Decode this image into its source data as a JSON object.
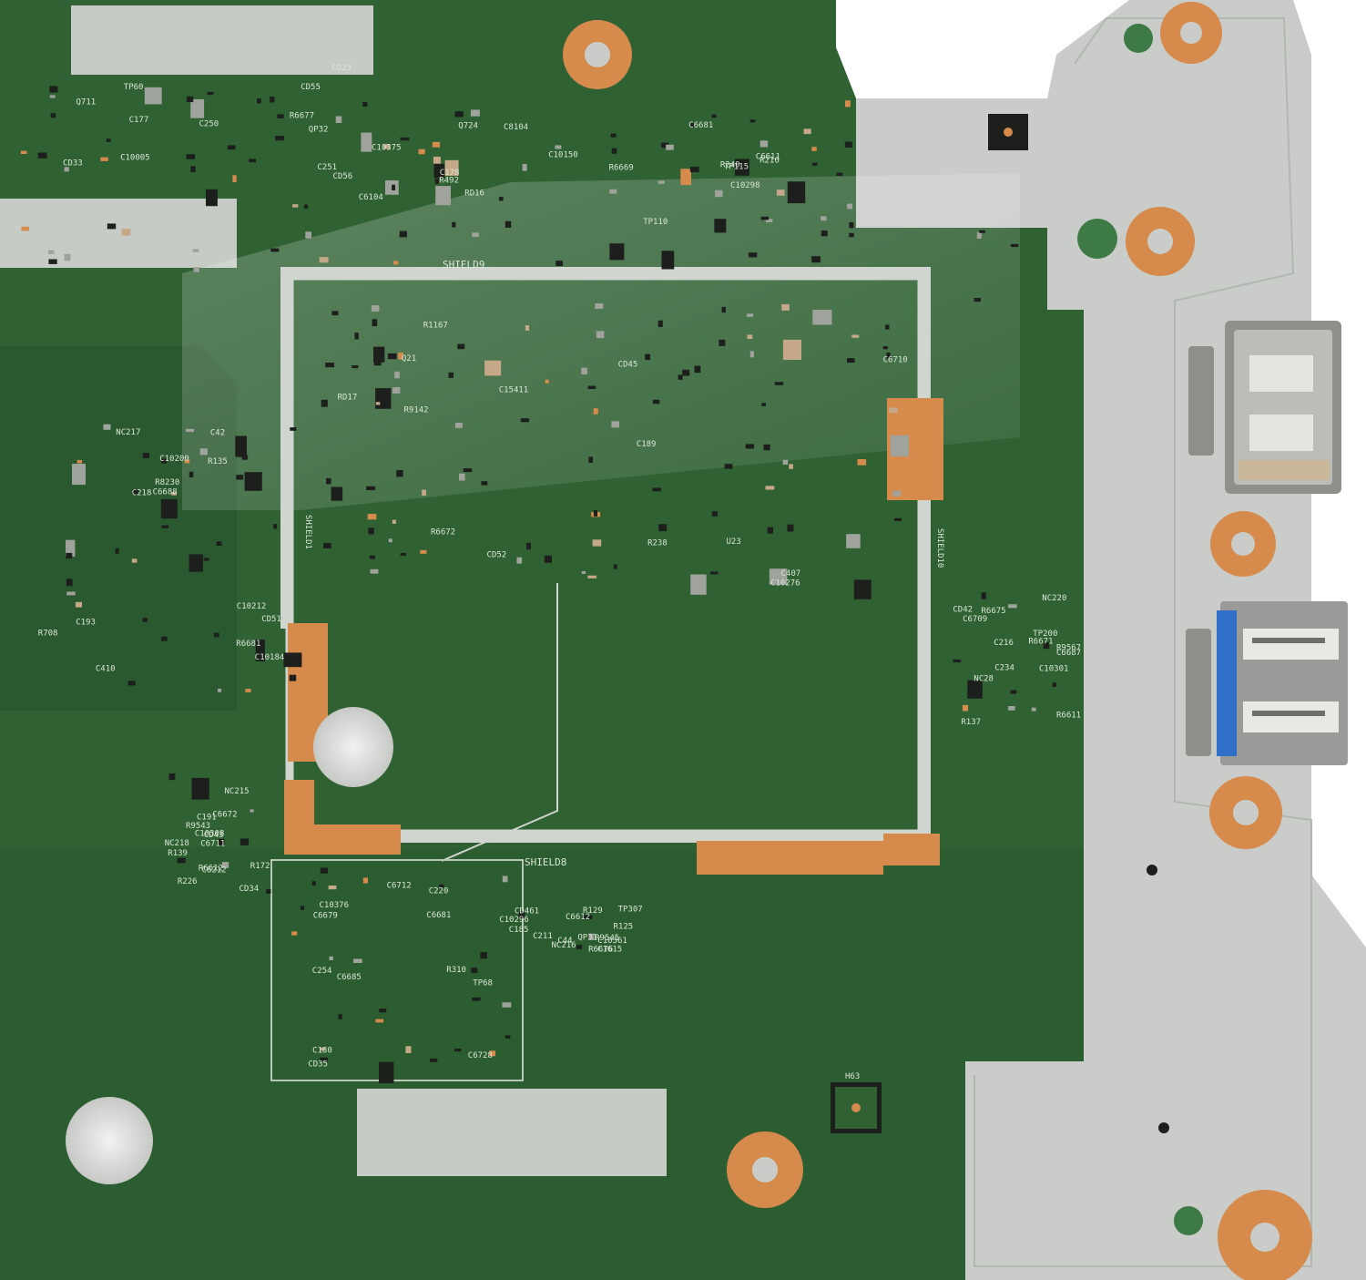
{
  "image": {
    "subject": "Laptop motherboard PCB, close-up of one corner",
    "colors": {
      "board": "#2f6133",
      "board_dark": "#27532b",
      "silver": "#c9ccc8",
      "copper": "#d68a4c",
      "shield_line": "#d0d5cf",
      "silkscreen": "#d9e6d6",
      "component": "#1c1f1c",
      "usb_blue": "#2f6fc7"
    }
  },
  "silkscreen": {
    "shield_top": "SHIELD9",
    "shield_bottom": "SHIELD8",
    "shield_left": "SHIELD1",
    "shield_right": "SHIELD10",
    "mounting_hole_label": "H63",
    "labels": [
      "C251",
      "R216",
      "U23",
      "C42",
      "C234",
      "R226",
      "C254",
      "C1615",
      "C250",
      "R492",
      "C15411",
      "R708",
      "R9567",
      "R9543",
      "C10376",
      "C211",
      "C10375",
      "Q724",
      "Q21",
      "R135",
      "NC28",
      "R139",
      "C185",
      "R125",
      "C177",
      "C178",
      "C189",
      "C193",
      "R137",
      "C191",
      "C180",
      "R129",
      "R6677",
      "C10150",
      "C6710",
      "C10184",
      "C6709",
      "C6711",
      "C6712",
      "TP307",
      "C10005",
      "R6669",
      "R1167",
      "R6681",
      "R6675",
      "NC218",
      "C6681",
      "NC216",
      "CD23",
      "C6611",
      "RD17",
      "CD51",
      "R6671",
      "C6672",
      "C6728",
      "R6676",
      "TP60",
      "C6681",
      "R6672",
      "C10200",
      "TP200",
      "C6212",
      "R310",
      "C6612",
      "CD55",
      "RD16",
      "CD52",
      "R8230",
      "R6611",
      "R6612",
      "C6679",
      "R9545",
      "Q711",
      "C10298",
      "C10276",
      "C10212",
      "C10301",
      "C10308",
      "C10296",
      "QP31",
      "QP32",
      "R240",
      "R238",
      "C218",
      "C216",
      "R172",
      "C220",
      "C44",
      "CD33",
      "TP115",
      "R9142",
      "NC217",
      "C6687",
      "CD34",
      "CD35",
      "C10361",
      "CD56",
      "TP110",
      "CD45",
      "C6688",
      "CD42",
      "CD43",
      "C6685",
      "CD461",
      "C6104",
      "C8104",
      "C407",
      "C410",
      "NC220",
      "NC215",
      "TP68"
    ]
  }
}
